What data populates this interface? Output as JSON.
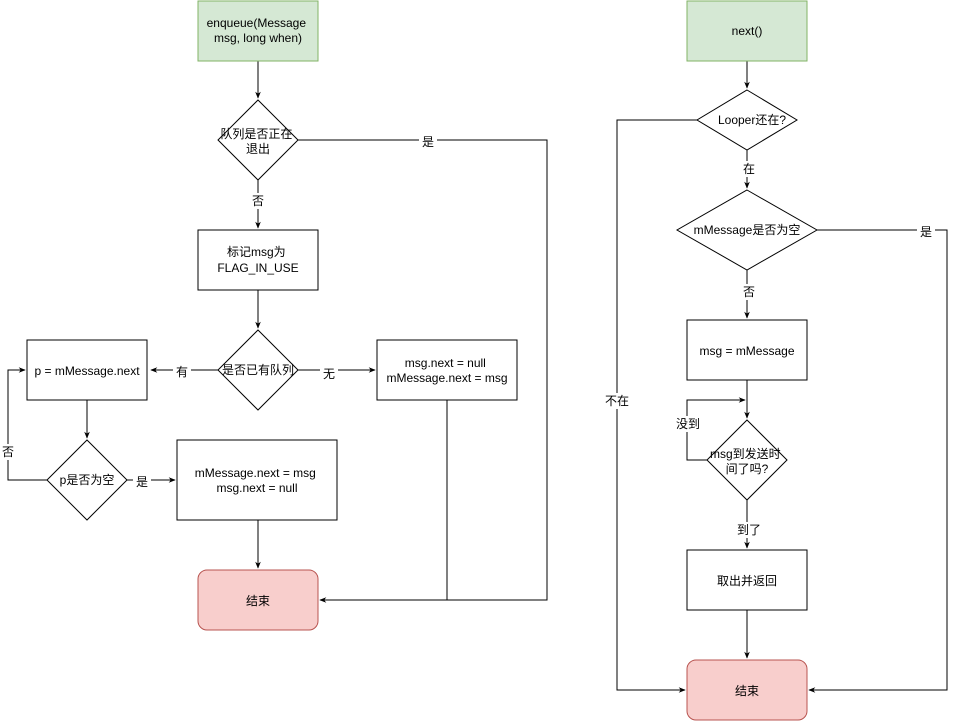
{
  "enqueue": {
    "start": "enqueue(Message msg, long when)",
    "start_lines": [
      "enqueue(Message",
      "msg, long when)"
    ],
    "dec_quitting_lines": [
      "队列是否正在",
      "退出"
    ],
    "edge_yes": "是",
    "edge_no": "否",
    "mark_lines": [
      "标记msg为",
      "FLAG_IN_USE"
    ],
    "dec_has_queue": "是否已有队列",
    "edge_has": "有",
    "edge_none": "无",
    "p_next": "p = mMessage.next",
    "assign_empty_lines": [
      "msg.next = null",
      "mMessage.next = msg"
    ],
    "dec_p_empty": "p是否为空",
    "edge_p_yes": "是",
    "edge_p_no": "否",
    "assign_p_lines": [
      "mMessage.next = msg",
      "msg.next = null"
    ],
    "end": "结束"
  },
  "next": {
    "start": "next()",
    "dec_looper": "Looper还在?",
    "edge_alive": "在",
    "edge_not_alive": "不在",
    "dec_empty": "mMessage是否为空",
    "edge_empty_yes": "是",
    "edge_empty_no": "否",
    "assign_msg": "msg = mMessage",
    "dec_time_lines": [
      "msg到发送时",
      "间了吗?"
    ],
    "edge_not_yet": "没到",
    "edge_arrived": "到了",
    "take_return": "取出并返回",
    "end": "结束"
  }
}
